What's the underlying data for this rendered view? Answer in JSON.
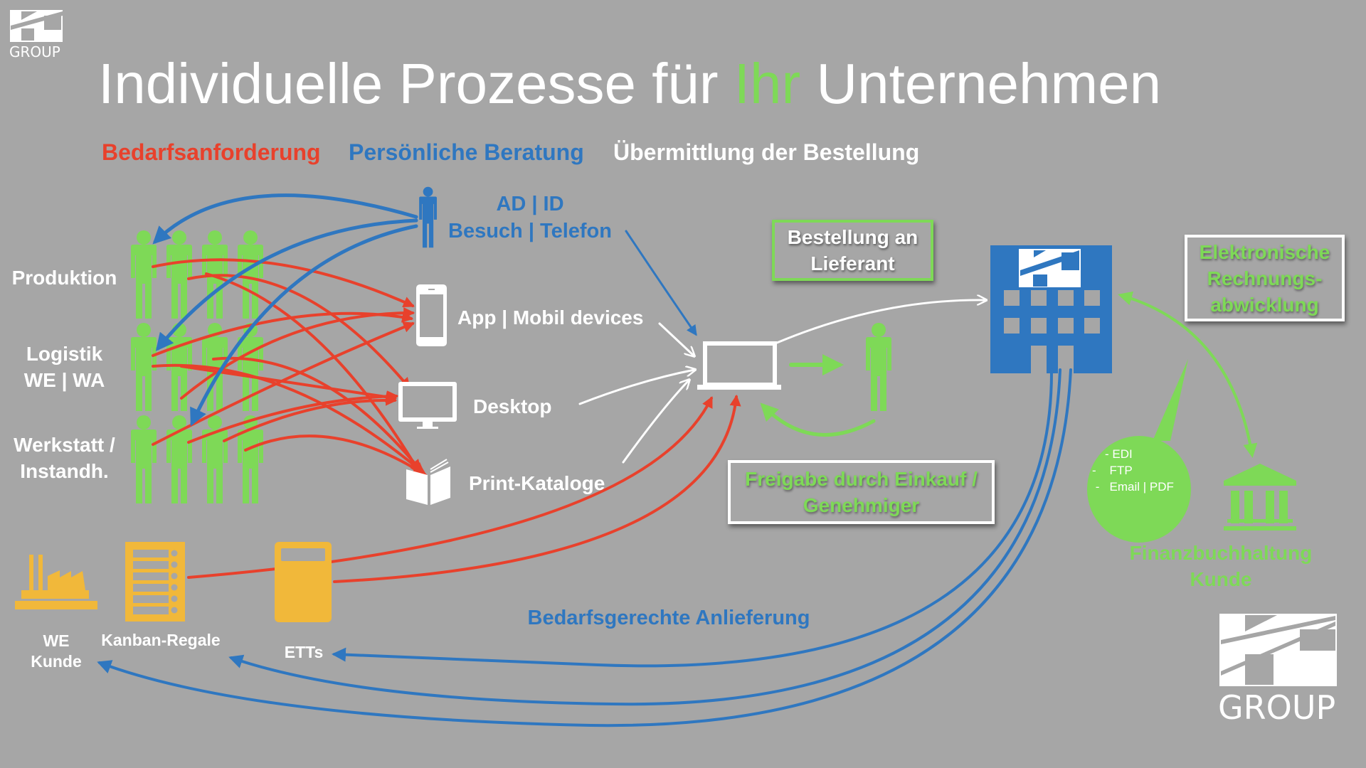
{
  "logo": {
    "small_text": "GROUP",
    "large_text": "GROUP"
  },
  "title": {
    "part1": "Individuelle Prozesse für ",
    "highlight": "Ihr",
    "part2": " Unternehmen"
  },
  "headers": {
    "demand": "Bedarfsanforderung",
    "consulting": "Persönliche Beratung",
    "transmission": "Übermittlung der Bestellung"
  },
  "departments": [
    {
      "line1": "Produktion",
      "line2": ""
    },
    {
      "line1": "Logistik",
      "line2": "WE | WA"
    },
    {
      "line1": "Werkstatt /",
      "line2": "Instandh."
    }
  ],
  "consultant": {
    "line1": "AD | ID",
    "line2": "Besuch | Telefon"
  },
  "channels": {
    "mobile": "App | Mobil devices",
    "desktop": "Desktop",
    "print": "Print-Kataloge"
  },
  "boxes": {
    "order_supplier": {
      "line1": "Bestellung an",
      "line2": "Lieferant"
    },
    "approval": {
      "line1": "Freigabe durch Einkauf /",
      "line2": "Genehmiger"
    },
    "einvoice": {
      "line1": "Elektronische",
      "line2": "Rechnungs-",
      "line3": "abwicklung"
    }
  },
  "bubble": {
    "items": [
      "- EDI",
      "-    FTP",
      " -   Email | PDF"
    ]
  },
  "finance": {
    "line1": "Finanzbuchhaltung",
    "line2": "Kunde"
  },
  "delivery_points": {
    "we": {
      "line1": "WE",
      "line2": "Kunde"
    },
    "kanban": "Kanban-Regale",
    "etts": "ETTs"
  },
  "delivery_label": "Bedarfsgerechte Anlieferung",
  "colors": {
    "background": "#a6a6a6",
    "red": "#e8412c",
    "blue": "#2f77c0",
    "green": "#7ed957",
    "yellow": "#f1b83a",
    "white": "#ffffff"
  }
}
